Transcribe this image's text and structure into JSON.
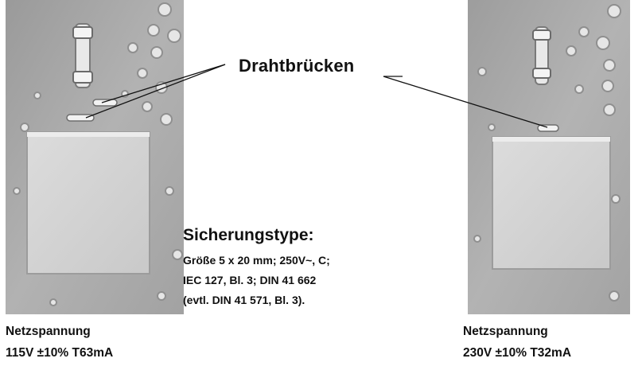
{
  "callout": {
    "label": "Drahtbrücken"
  },
  "fuse_spec": {
    "heading": "Sicherungstype:",
    "lines": [
      "Größe 5 x 20 mm; 250V~, C;",
      "IEC 127, Bl. 3; DIN 41 662",
      "(evtl. DIN 41 571, Bl. 3)."
    ]
  },
  "left_config": {
    "title": "Netzspannung",
    "rating": "115V ±10% T63mA"
  },
  "right_config": {
    "title": "Netzspannung",
    "rating": "230V ±10% T32mA"
  },
  "colors": {
    "board": "#a9a9a9",
    "transformer": "#d4d4d4",
    "text": "#111111"
  }
}
